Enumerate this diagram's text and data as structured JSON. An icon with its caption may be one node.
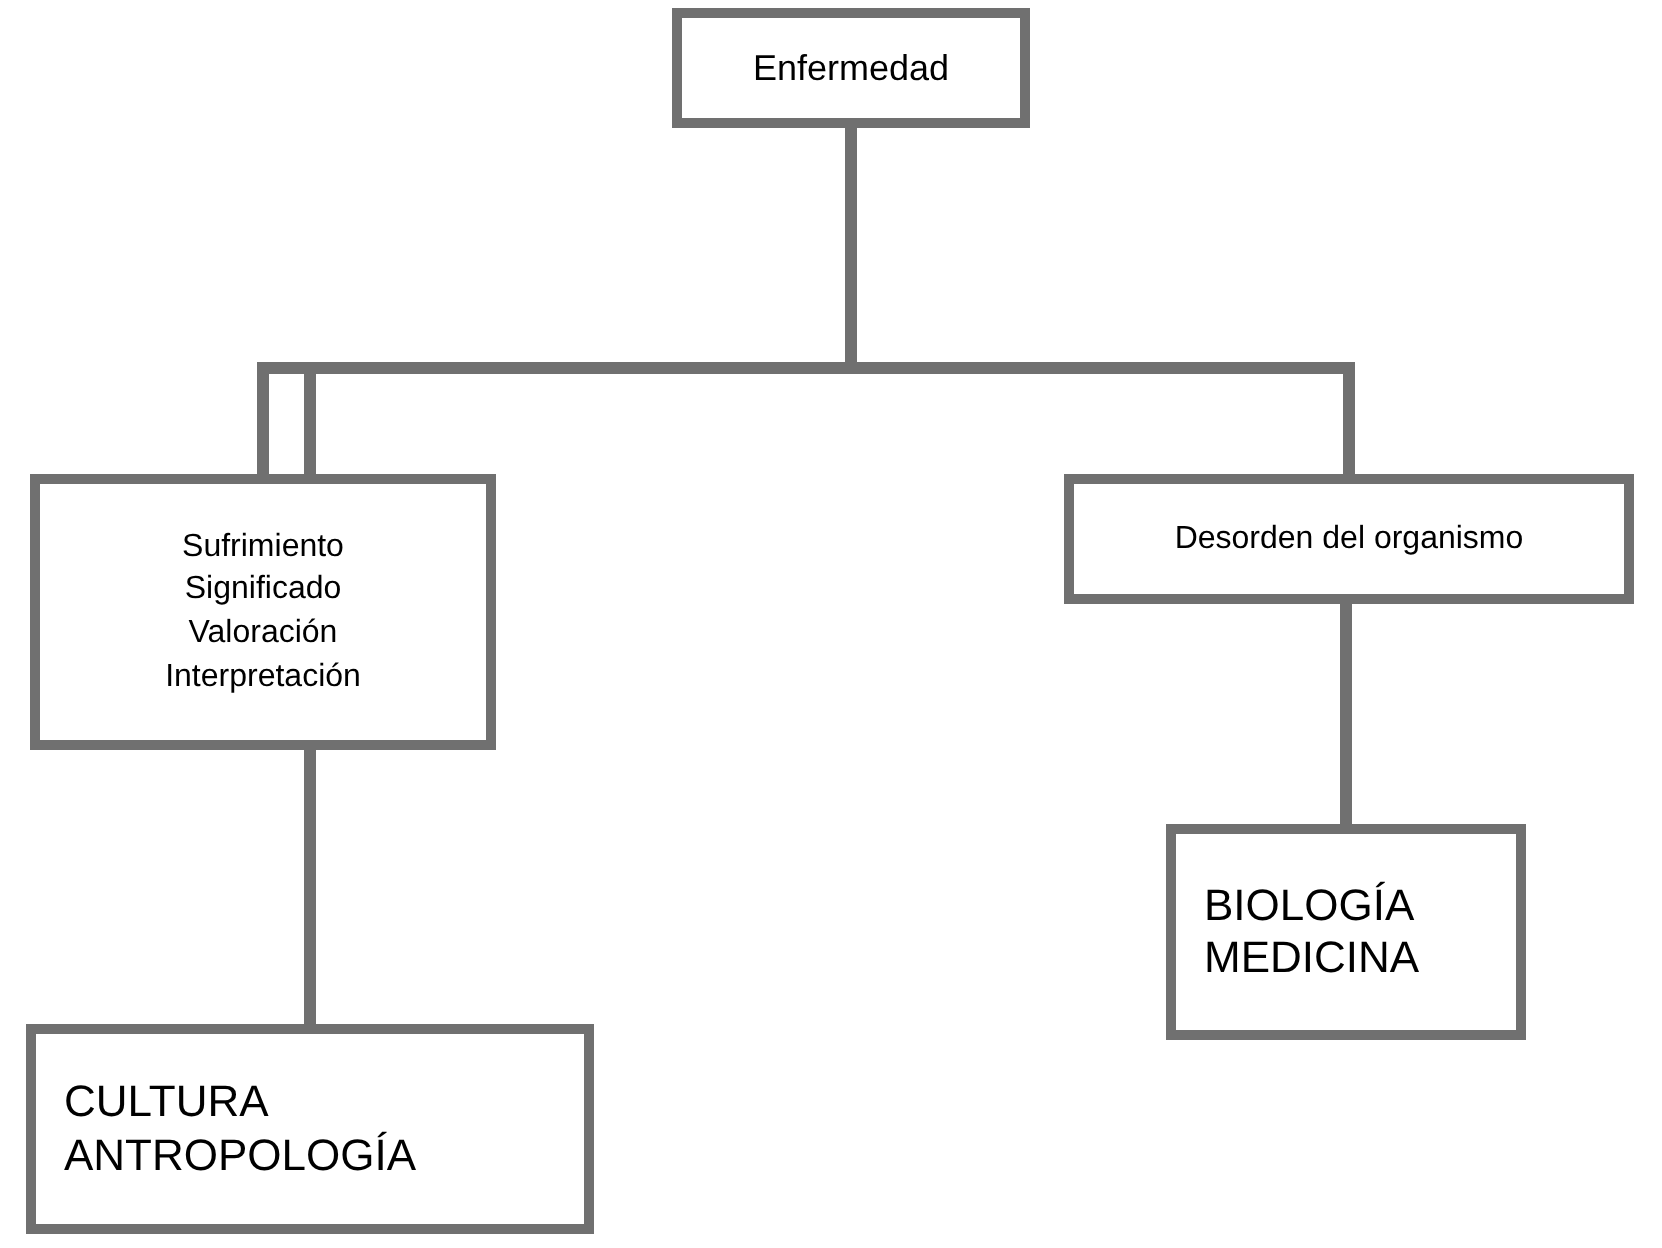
{
  "diagram": {
    "nodes": [
      {
        "text": [
          "Enfermedad"
        ]
      },
      {
        "text": [
          "Sufrimiento",
          "Significado",
          "Valoración",
          "Interpretación"
        ]
      },
      {
        "text": [
          "Desorden del organismo"
        ]
      },
      {
        "text": [
          "CULTURA",
          "ANTROPOLOGÍA"
        ]
      },
      {
        "text": [
          "BIOLOGÍA",
          "MEDICINA"
        ]
      }
    ],
    "edges": [
      {
        "from": 0,
        "to": 1,
        "arrow": "none"
      },
      {
        "from": 0,
        "to": 2,
        "arrow": "none"
      },
      {
        "from": 1,
        "to": 3,
        "arrow": "none"
      },
      {
        "from": 2,
        "to": 4,
        "arrow": "none"
      }
    ]
  }
}
